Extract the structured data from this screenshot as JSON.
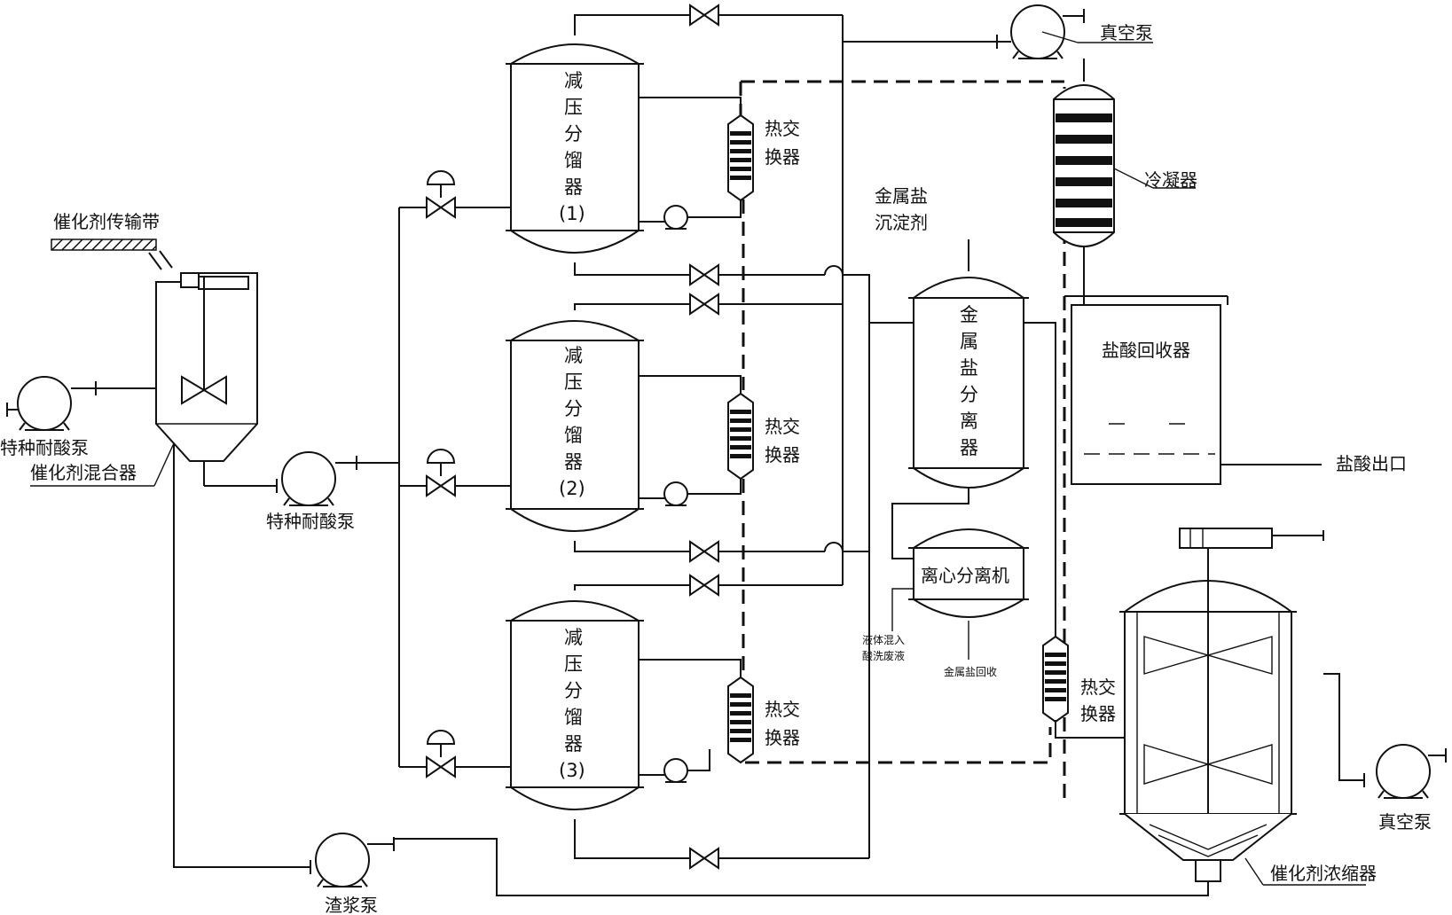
{
  "labels": {
    "catalyst_conveyor": "催化剂传输带",
    "special_acid_pump_left": "特种耐酸泵",
    "catalyst_mixer": "催化剂混合器",
    "special_acid_pump_mid": "特种耐酸泵",
    "column_1": [
      "减",
      "压",
      "分",
      "馏",
      "器",
      "(1)"
    ],
    "column_2": [
      "减",
      "压",
      "分",
      "馏",
      "器",
      "(2)"
    ],
    "column_3": [
      "减",
      "压",
      "分",
      "馏",
      "器",
      "(3)"
    ],
    "hx_1": [
      "热交",
      "换器"
    ],
    "hx_2": [
      "热交",
      "换器"
    ],
    "hx_3": [
      "热交",
      "换器"
    ],
    "hx_4": [
      "热交",
      "换器"
    ],
    "vacuum_pump_top": "真空泵",
    "condenser": "冷凝器",
    "metal_salt_precipitant": [
      "金属盐",
      "沉淀剂"
    ],
    "metal_salt_separator": [
      "金",
      "属",
      "盐",
      "分",
      "离",
      "器"
    ],
    "hcl_recovery": "盐酸回收器",
    "hcl_outlet": "盐酸出口",
    "centrifuge": "离心分离机",
    "liquid_mix": [
      "液体混入",
      "酸洗废液"
    ],
    "metal_salt_recovery": "金属盐回收",
    "catalyst_concentrator": "催化剂浓缩器",
    "vacuum_pump_right": "真空泵",
    "slurry_pump": "渣浆泵"
  }
}
